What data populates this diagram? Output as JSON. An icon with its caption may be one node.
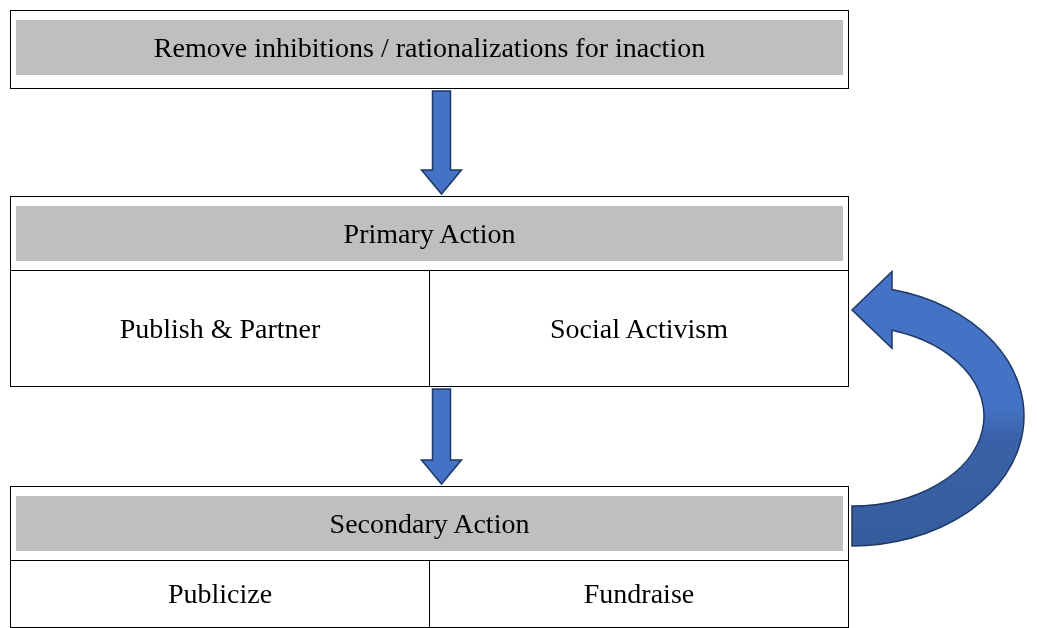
{
  "diagram": {
    "nodes": [
      {
        "text": [
          "Remove inhibitions / rationalizations for inaction"
        ]
      },
      {
        "text": [
          "Primary Action"
        ]
      },
      {
        "text": [
          "Publish & Partner"
        ],
        "in": 1
      },
      {
        "text": [
          "Social Activism"
        ],
        "in": 1
      },
      {
        "text": [
          "Secondary Action"
        ]
      },
      {
        "text": [
          "Publicize"
        ],
        "in": 4
      },
      {
        "text": [
          "Fundraise"
        ],
        "in": 4
      }
    ],
    "edges": [
      {
        "from": 0,
        "to": 1,
        "arrow": "to"
      },
      {
        "from": 1,
        "to": 4,
        "arrow": "to"
      },
      {
        "from": 4,
        "to": 1,
        "arrow": "to"
      }
    ]
  }
}
